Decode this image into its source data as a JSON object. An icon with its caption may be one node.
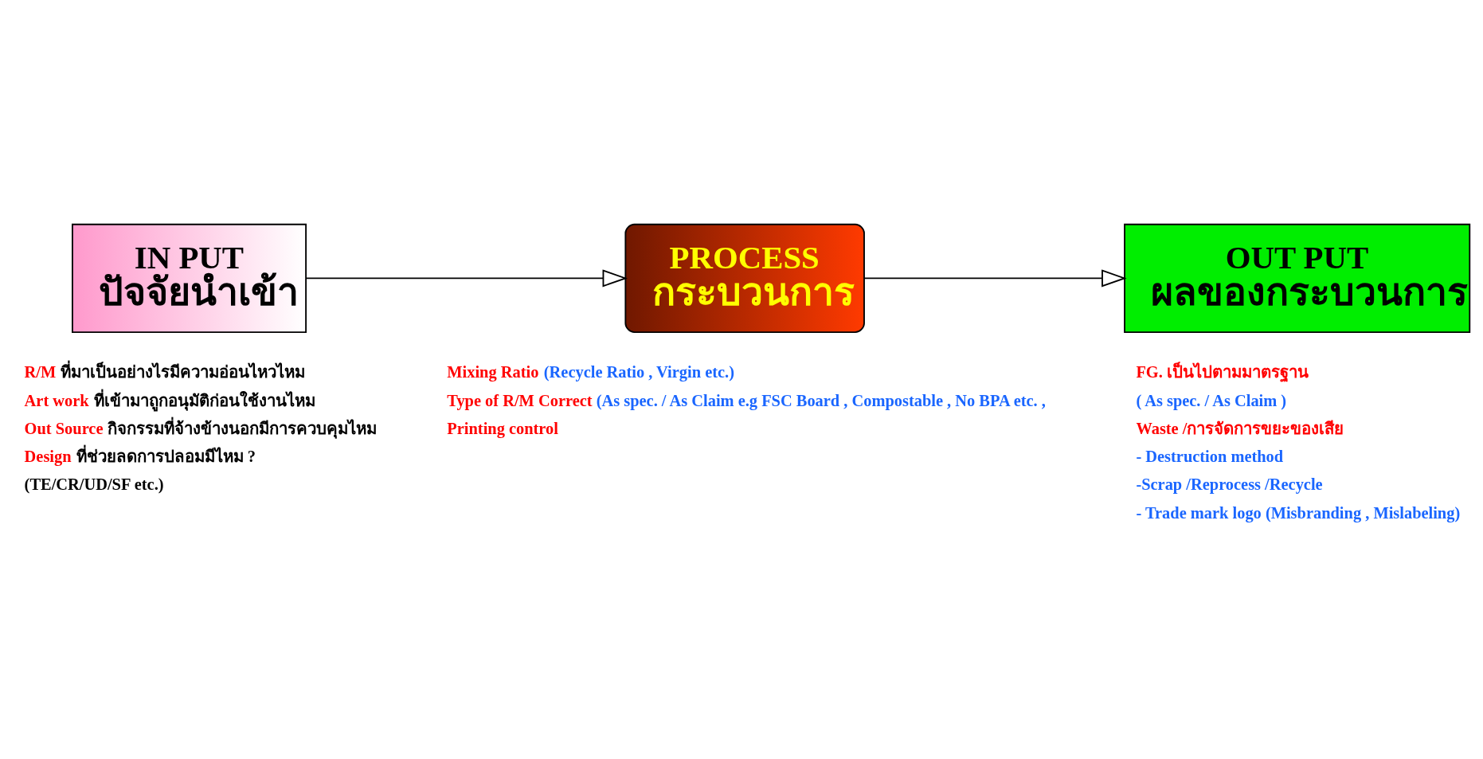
{
  "diagram": {
    "nodes": [
      {
        "text": [
          "IN PUT",
          "ปัจจัยนำเข้า"
        ]
      },
      {
        "text": [
          "PROCESS",
          "กระบวนการ"
        ]
      },
      {
        "text": [
          "OUT PUT",
          "ผลของกระบวนการ"
        ]
      }
    ],
    "edges": [
      {
        "from": 0,
        "to": 1,
        "arrow": "to"
      },
      {
        "from": 1,
        "to": 2,
        "arrow": "to"
      }
    ],
    "labels": [
      "R/M",
      "ที่มาเป็นอย่างไรมีความอ่อนไหวไหม",
      "Art work",
      "ที่เข้ามาถูกอนุมัติก่อนใช้งานไหม",
      "Out Source",
      "กิจกรรมที่จ้างข้างนอกมีการควบคุมไหม",
      "Design",
      "ที่ช่วยลดการปลอมมีไหม ?",
      "(TE/CR/UD/SF etc.)",
      "Mixing Ratio",
      "(Recycle Ratio , Virgin etc.)",
      "Type of R/M Correct",
      "(As spec. / As Claim e.g FSC Board , Compostable , No BPA etc. ,",
      "Printing control",
      "FG. เป็นไปตามมาตรฐาน",
      "( As spec. / As Claim )",
      "Waste /การจัดการขยะของเสีย",
      "- Destruction method",
      "-Scrap /Reprocess /Recycle",
      "- Trade mark logo (Misbranding , Mislabeling)"
    ]
  }
}
